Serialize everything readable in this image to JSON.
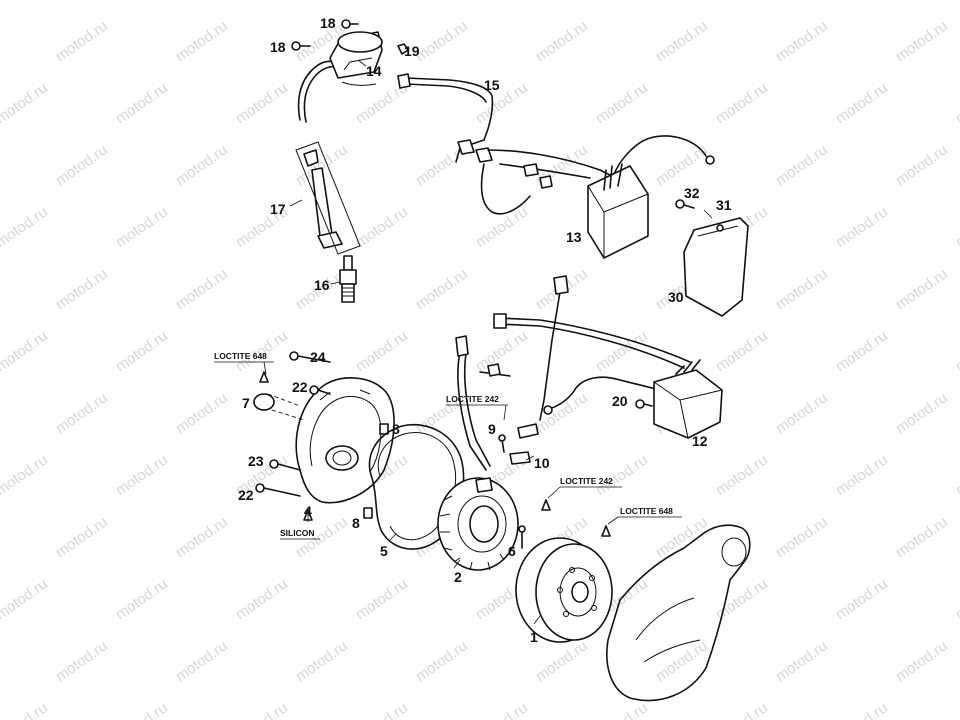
{
  "watermark": {
    "text": "motod.ru"
  },
  "callouts": {
    "c1": "1",
    "c2": "2",
    "c4": "4",
    "c5": "5",
    "c6": "6",
    "c7": "7",
    "c8a": "8",
    "c8b": "8",
    "c9": "9",
    "c10": "10",
    "c12": "12",
    "c13": "13",
    "c14": "14",
    "c15": "15",
    "c16": "16",
    "c17": "17",
    "c18a": "18",
    "c18b": "18",
    "c19": "19",
    "c20": "20",
    "c22a": "22",
    "c22b": "22",
    "c23": "23",
    "c24": "24",
    "c30": "30",
    "c31": "31",
    "c32": "32"
  },
  "notes": {
    "loctite_648_cover": "LOCTITE 648",
    "loctite_242_pickup": "LOCTITE 242",
    "loctite_242_flywheel": "LOCTITE 242",
    "loctite_648_flywheel": "LOCTITE 648",
    "silicon": "SILICON"
  }
}
